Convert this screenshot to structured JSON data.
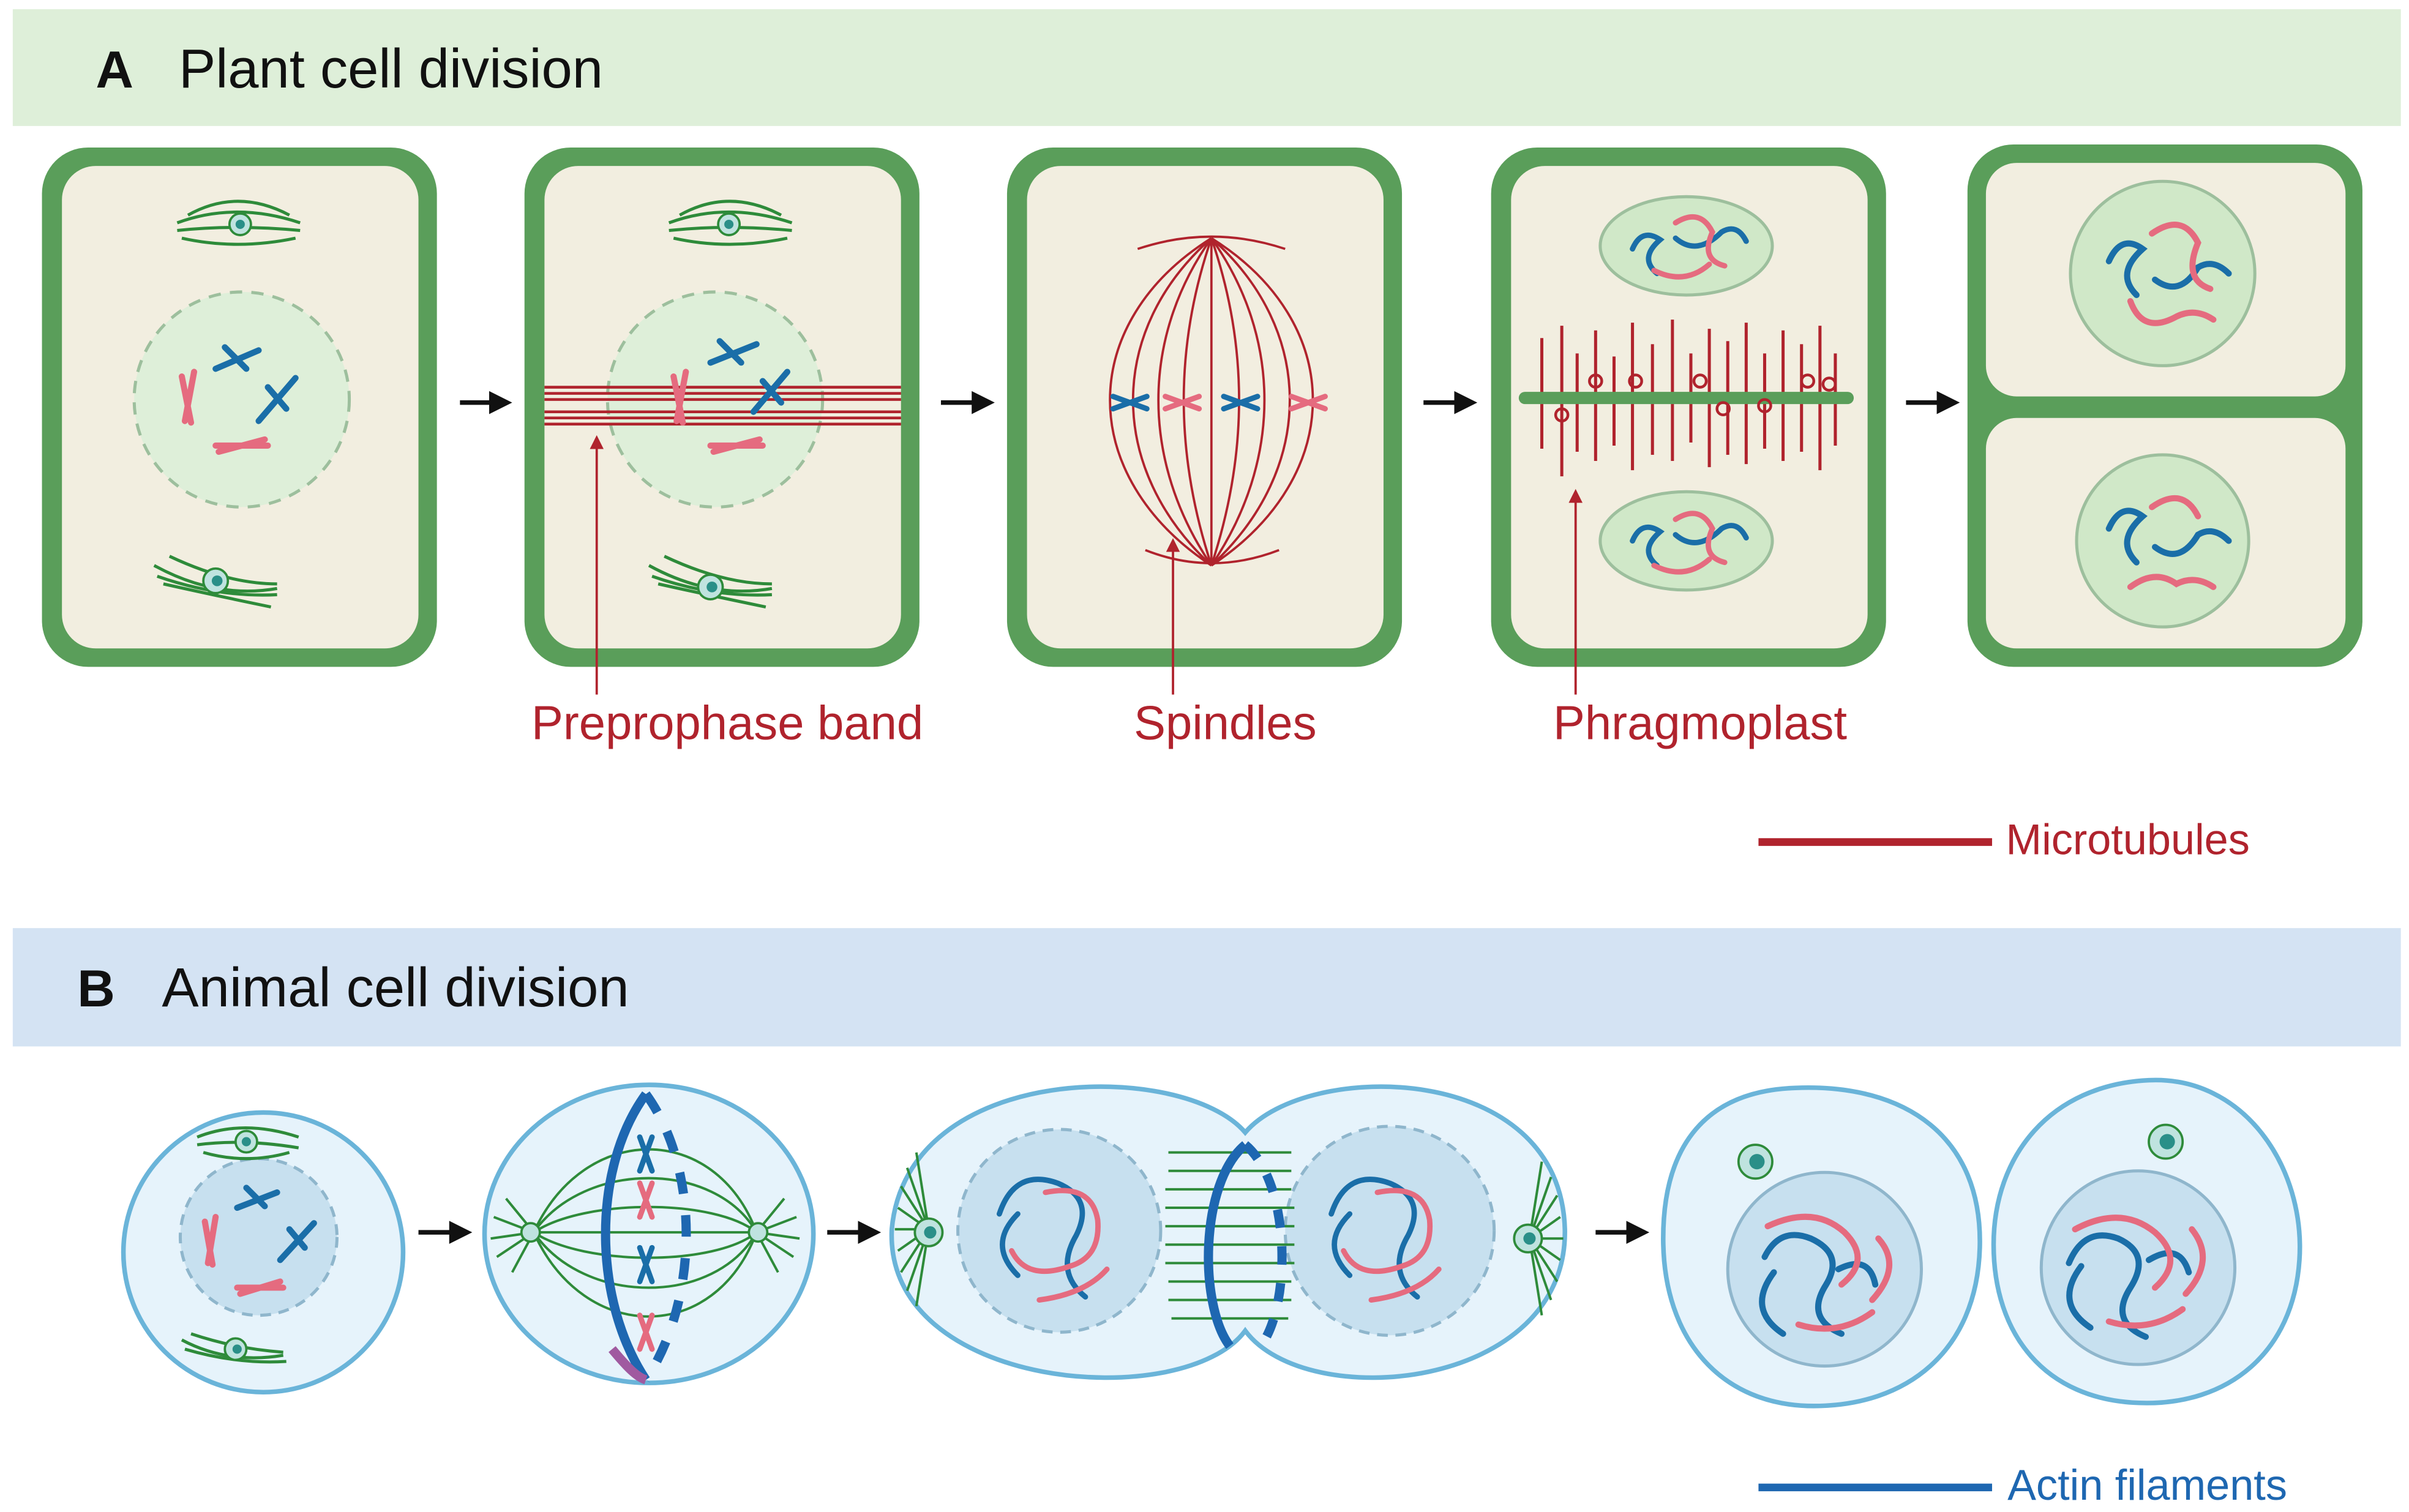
{
  "panels": {
    "plant": {
      "letter": "A",
      "title": "Plant cell division",
      "labels": {
        "preprophase": "Preprophase band",
        "spindles": "Spindles",
        "phragmoplast": "Phragmoplast"
      },
      "legend": "Microtubules"
    },
    "animal": {
      "letter": "B",
      "title": "Animal cell division",
      "legend": "Actin filaments"
    }
  },
  "colors": {
    "plant_band": "#deefd9",
    "animal_band": "#d4e3f3",
    "cell_wall": "#5a9e5a",
    "cytoplasm": "#f2eee0",
    "microtubule_red": "#b0232d",
    "chromosome_blue": "#1a6ea8",
    "chromosome_pink": "#e56b7f",
    "actin_blue": "#1e67b1",
    "animal_membrane": "#6ab4d9",
    "animal_cytoplasm": "#e6f3fb",
    "centrosome_green": "#2e8b3a"
  }
}
